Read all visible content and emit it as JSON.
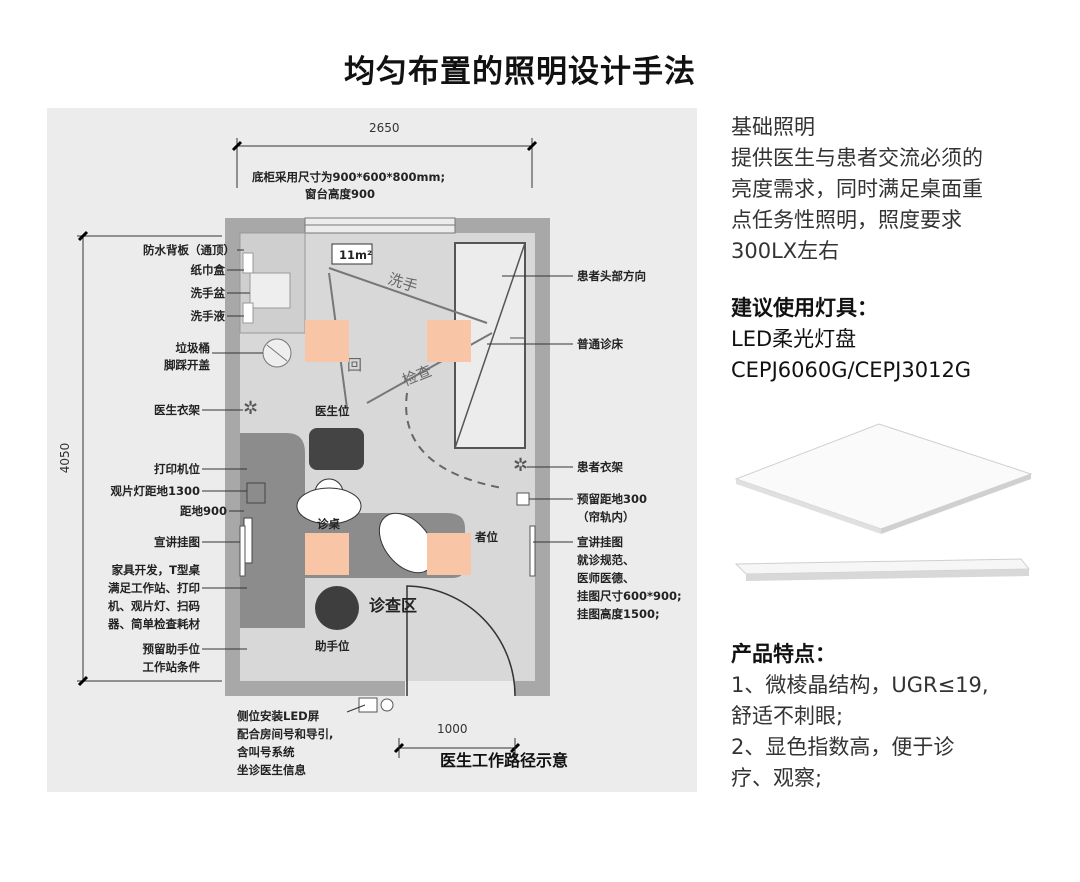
{
  "title": "均匀布置的照明设计手法",
  "plan": {
    "dim_top": "2650",
    "dim_left": "4050",
    "dim_bottom": "1000",
    "area_badge": "11m²",
    "note_top_1": "底柜采用尺寸为900*600*800mm;",
    "note_top_2": "窗台高度900",
    "path_wash": "洗手",
    "path_exam": "检查",
    "path_back": "回",
    "left_labels": [
      "防水背板（通顶）",
      "纸巾盒",
      "洗手盆",
      "洗手液",
      "垃圾桶",
      "脚踩开盖",
      "医生衣架",
      "打印机位",
      "观片灯距地1300",
      "距地900",
      "宣讲挂图",
      "家具开发，T型桌",
      "满足工作站、打印",
      "机、观片灯、扫码",
      "器、简单检查耗材",
      "预留助手位",
      "工作站条件"
    ],
    "right_labels": [
      "患者头部方向",
      "普通诊床",
      "患者衣架",
      "预留距地300",
      "（帘轨内）",
      "宣讲挂图",
      "就诊规范、",
      "医师医德、",
      "挂图尺寸600*900;",
      "挂图高度1500;"
    ],
    "inner_labels": [
      "医生位",
      "诊桌",
      "者位",
      "诊查区",
      "助手位"
    ],
    "bottom_labels": [
      "侧位安装LED屏",
      "配合房间号和导引,",
      "含叫号系统",
      "坐诊医生信息"
    ],
    "caption": "医生工作路径示意",
    "colors": {
      "lamp": "#f8c6a6",
      "room": "#d8d8d8",
      "desk": "#8c8c8c",
      "wall": "#a8a8a8"
    }
  },
  "side": {
    "intro": [
      "基础照明",
      "提供医生与患者交流必须的",
      "亮度需求，同时满足桌面重",
      "点任务性照明，照度要求",
      "300LX左右"
    ],
    "fixture_heading": "建议使用灯具：",
    "fixture_lines": [
      "LED柔光灯盘",
      "CEPJ6060G/CEPJ3012G"
    ],
    "feature_heading": "产品特点：",
    "feature_lines": [
      "1、微棱晶结构，UGR≤19,",
      "舒适不刺眼;",
      "2、显色指数高，便于诊",
      "疗、观察;"
    ]
  }
}
